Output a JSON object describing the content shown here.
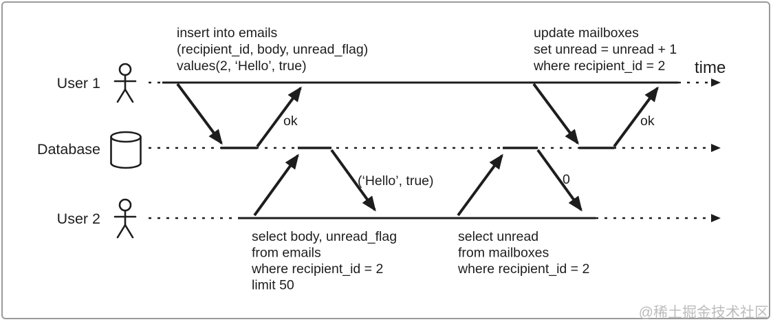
{
  "diagram": {
    "time_label": "time",
    "lanes": {
      "user1": {
        "label": "User 1",
        "icon": "person-icon"
      },
      "database": {
        "label": "Database",
        "icon": "database-cylinder-icon"
      },
      "user2": {
        "label": "User 2",
        "icon": "person-icon"
      }
    },
    "queries": {
      "insert_emails": {
        "lines": [
          "insert into emails",
          "(recipient_id, body, unread_flag)",
          "values(2, ‘Hello’, true)"
        ]
      },
      "update_mailboxes": {
        "lines": [
          "update mailboxes",
          "set unread = unread + 1",
          "where recipient_id = 2"
        ]
      },
      "select_emails": {
        "lines": [
          "select body, unread_flag",
          "from emails",
          "where recipient_id = 2",
          "limit 50"
        ]
      },
      "select_mailboxes": {
        "lines": [
          "select unread",
          "from mailboxes",
          "where recipient_id = 2"
        ]
      }
    },
    "responses": {
      "insert_ok": "ok",
      "select_emails_result": "(‘Hello’, true)",
      "select_mailboxes_result": "0",
      "update_ok": "ok"
    },
    "colors": {
      "stroke": "#1d1d1d",
      "frame_border": "#9a9a9a",
      "watermark": "#bcbcbc",
      "background": "#ffffff"
    }
  },
  "watermark": "@稀土掘金技术社区"
}
